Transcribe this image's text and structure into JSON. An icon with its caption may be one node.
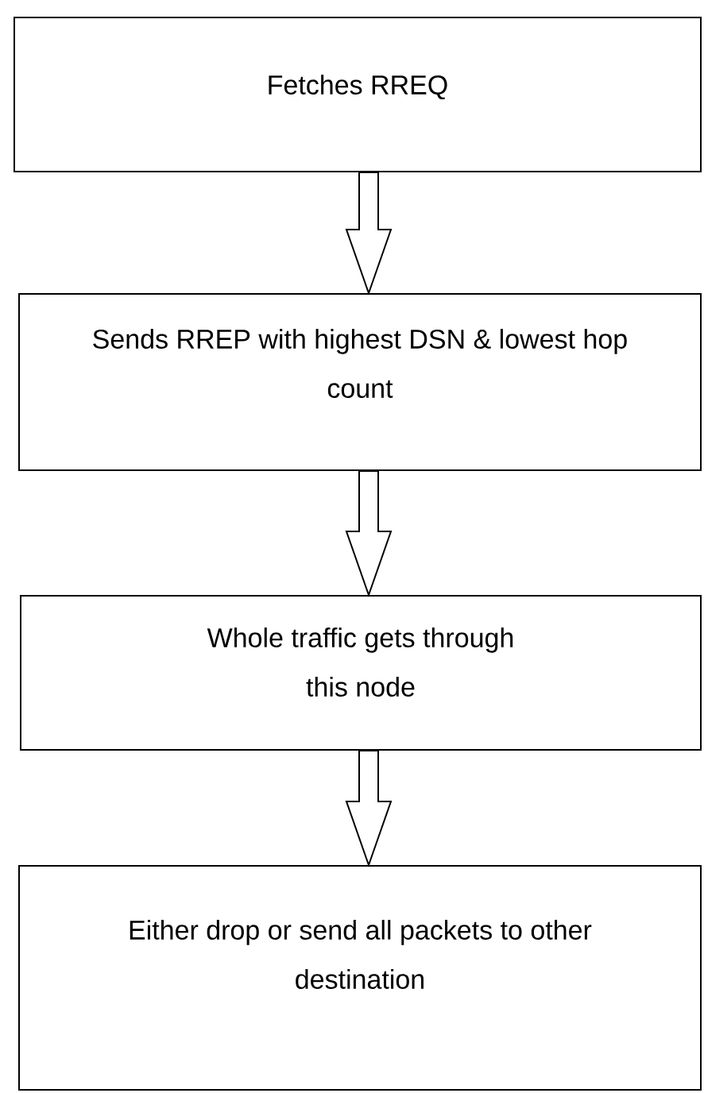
{
  "diagram": {
    "nodes": [
      {
        "text": [
          "Fetches RREQ"
        ]
      },
      {
        "text": [
          "Sends RREP with highest DSN & lowest hop count"
        ]
      },
      {
        "text": [
          "Whole traffic gets through this node"
        ]
      },
      {
        "text": [
          "Either drop or send all packets to other destination"
        ]
      }
    ],
    "edges": [
      {
        "from": 0,
        "to": 1,
        "arrow": "to"
      },
      {
        "from": 1,
        "to": 2,
        "arrow": "to"
      },
      {
        "from": 2,
        "to": 3,
        "arrow": "to"
      }
    ]
  }
}
